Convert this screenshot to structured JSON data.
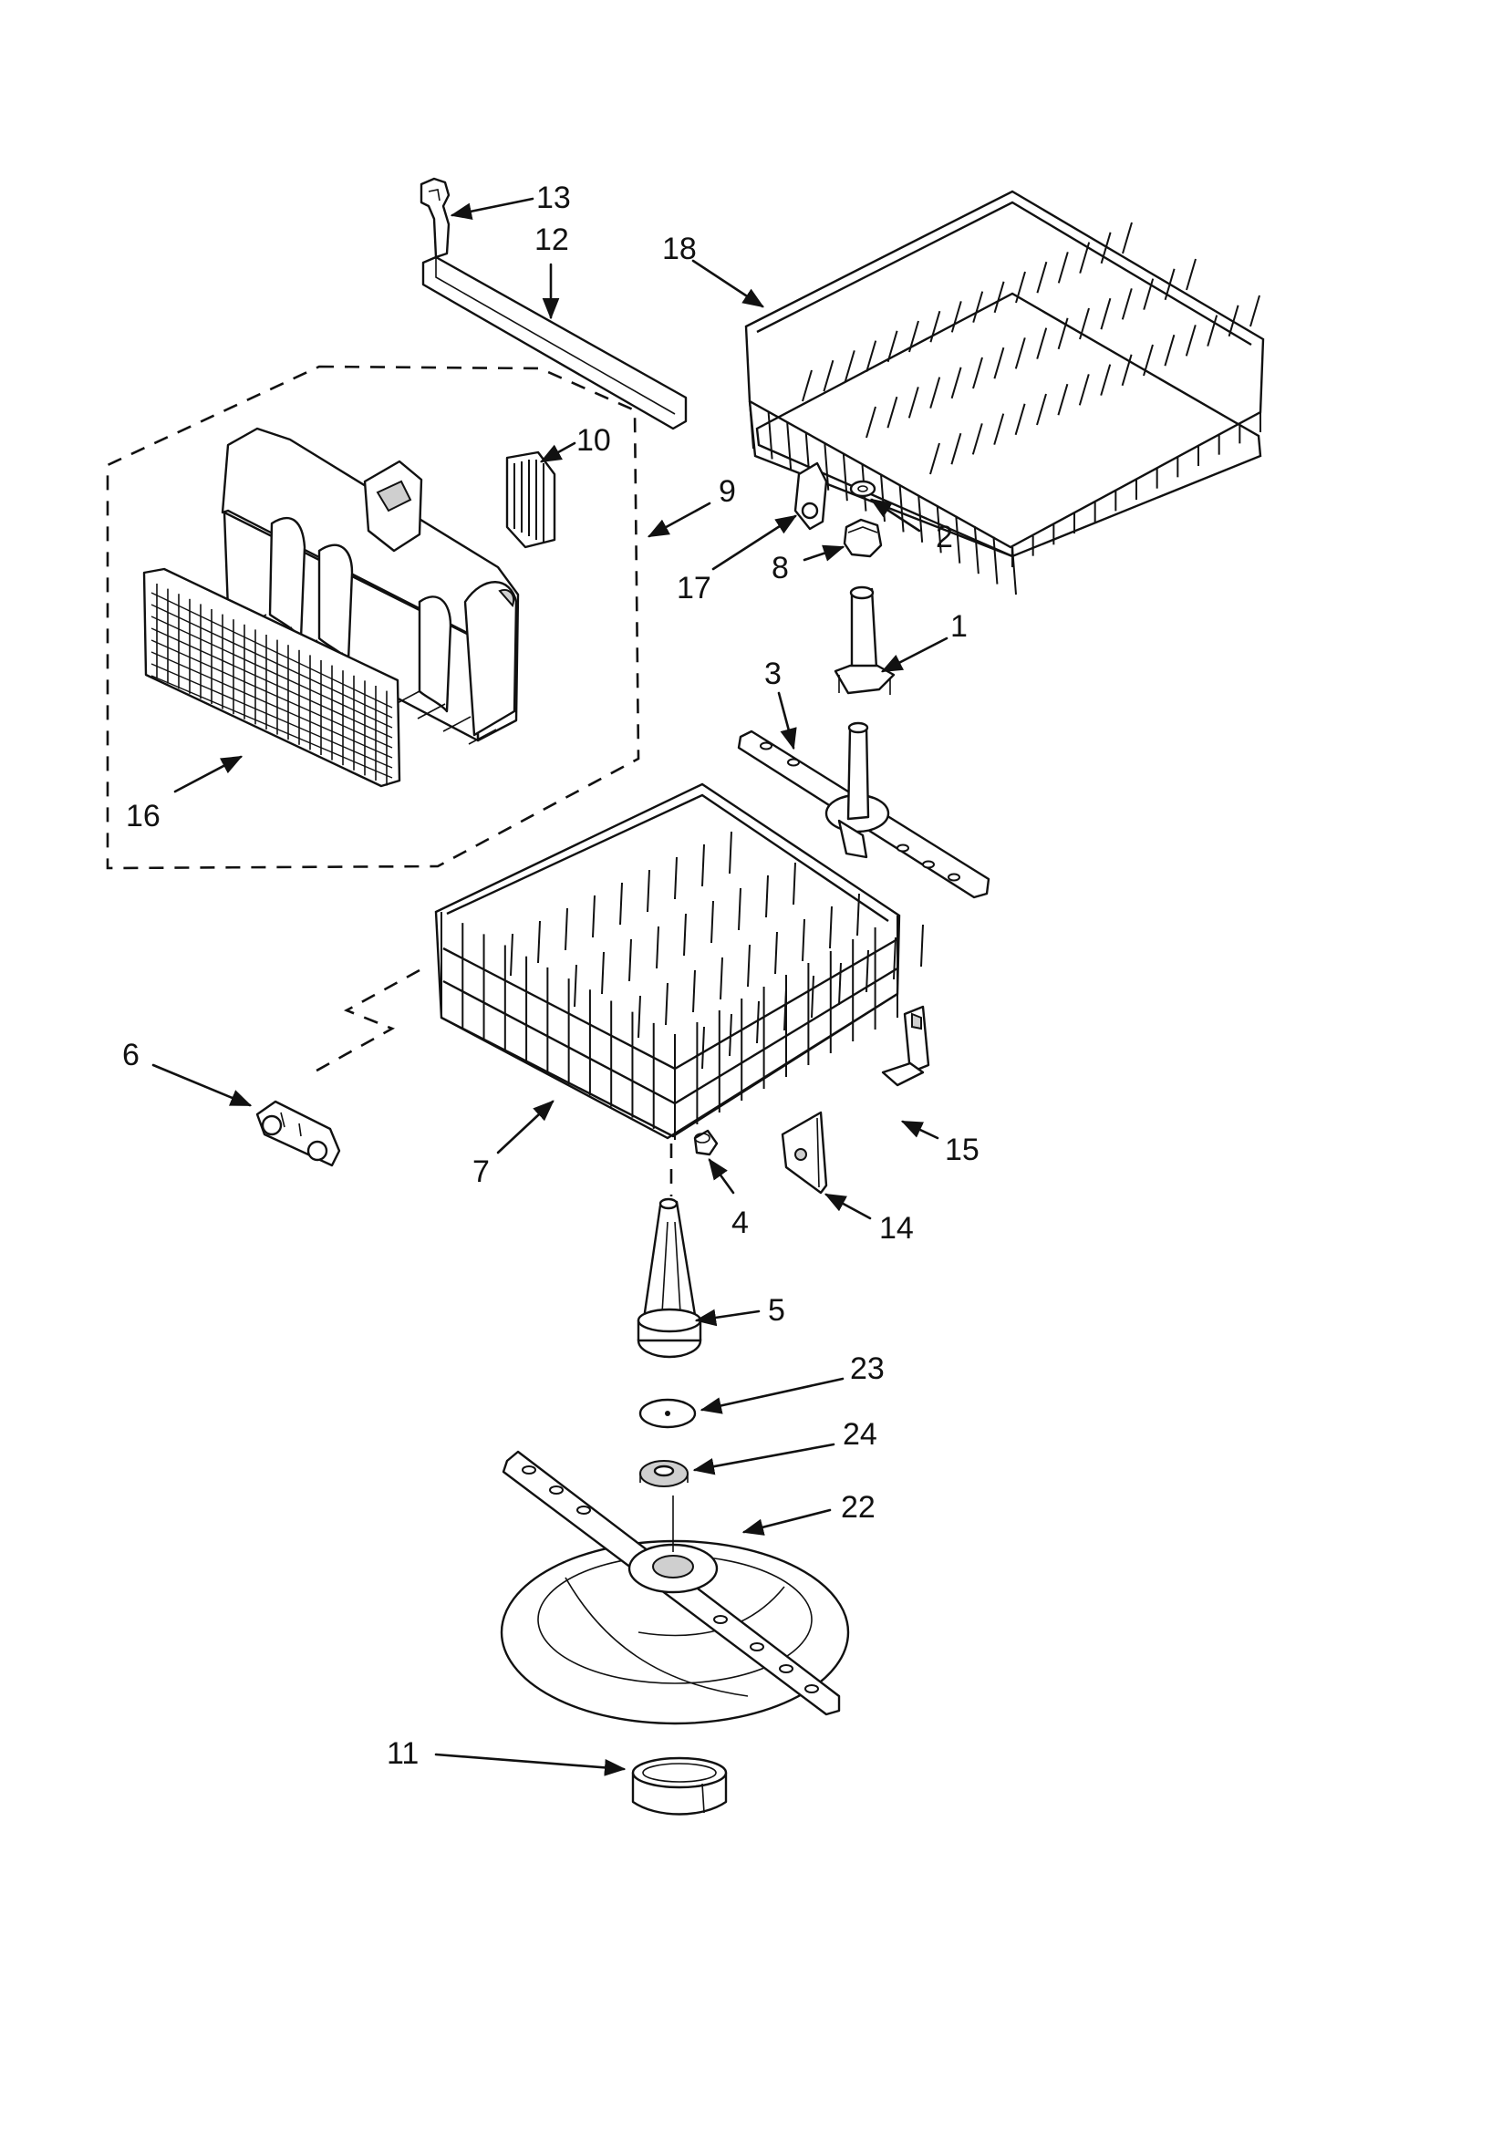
{
  "diagram": {
    "callouts": [
      {
        "id": "c13",
        "label": "13"
      },
      {
        "id": "c12",
        "label": "12"
      },
      {
        "id": "c18",
        "label": "18"
      },
      {
        "id": "c10",
        "label": "10"
      },
      {
        "id": "c9",
        "label": "9"
      },
      {
        "id": "c2",
        "label": "2"
      },
      {
        "id": "c17",
        "label": "17"
      },
      {
        "id": "c8",
        "label": "8"
      },
      {
        "id": "c1",
        "label": "1"
      },
      {
        "id": "c3",
        "label": "3"
      },
      {
        "id": "c16",
        "label": "16"
      },
      {
        "id": "c6",
        "label": "6"
      },
      {
        "id": "c7",
        "label": "7"
      },
      {
        "id": "c15",
        "label": "15"
      },
      {
        "id": "c4",
        "label": "4"
      },
      {
        "id": "c14",
        "label": "14"
      },
      {
        "id": "c5",
        "label": "5"
      },
      {
        "id": "c23",
        "label": "23"
      },
      {
        "id": "c24",
        "label": "24"
      },
      {
        "id": "c22",
        "label": "22"
      },
      {
        "id": "c11",
        "label": "11"
      }
    ]
  }
}
